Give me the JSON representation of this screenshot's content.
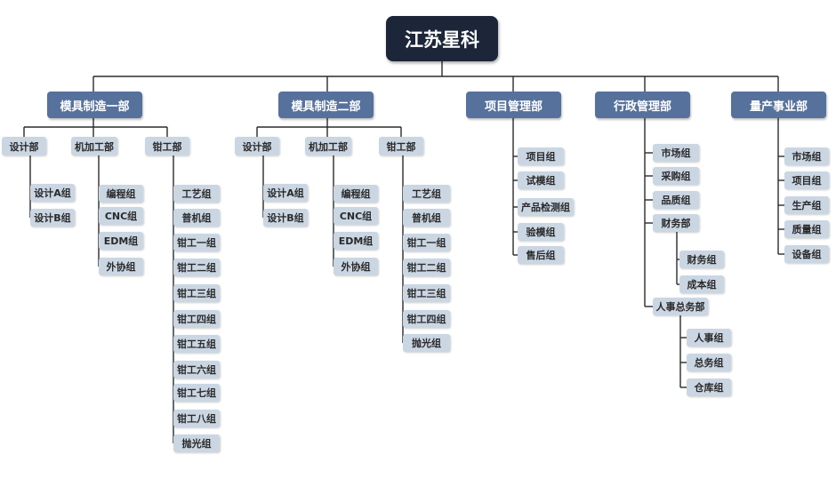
{
  "root": "江苏星科",
  "departments": [
    {
      "name": "模具制造一部",
      "subgroups": [
        {
          "name": "设计部",
          "items": [
            "设计A组",
            "设计B组"
          ]
        },
        {
          "name": "机加工部",
          "items": [
            "编程组",
            "CNC组",
            "EDM组",
            "外协组"
          ]
        },
        {
          "name": "钳工部",
          "items": [
            "工艺组",
            "普机组",
            "钳工一组",
            "钳工二组",
            "钳工三组",
            "钳工四组",
            "钳工五组",
            "钳工六组",
            "钳工七组",
            "钳工八组",
            "抛光组"
          ]
        }
      ]
    },
    {
      "name": "模具制造二部",
      "subgroups": [
        {
          "name": "设计部",
          "items": [
            "设计A组",
            "设计B组"
          ]
        },
        {
          "name": "机加工部",
          "items": [
            "编程组",
            "CNC组",
            "EDM组",
            "外协组"
          ]
        },
        {
          "name": "钳工部",
          "items": [
            "工艺组",
            "普机组",
            "钳工一组",
            "钳工二组",
            "钳工三组",
            "钳工四组",
            "抛光组"
          ]
        }
      ]
    },
    {
      "name": "项目管理部",
      "items": [
        "项目组",
        "试模组",
        "产品检测组",
        "验模组",
        "售后组"
      ]
    },
    {
      "name": "行政管理部",
      "children": [
        {
          "name": "市场组"
        },
        {
          "name": "采购组"
        },
        {
          "name": "品质组"
        },
        {
          "name": "财务部",
          "children": [
            "财务组",
            "成本组"
          ]
        },
        {
          "name": "人事总务部",
          "children": [
            "人事组",
            "总务组",
            "仓库组"
          ]
        }
      ]
    },
    {
      "name": "量产事业部",
      "items": [
        "市场组",
        "项目组",
        "生产组",
        "质量组",
        "设备组"
      ]
    }
  ]
}
